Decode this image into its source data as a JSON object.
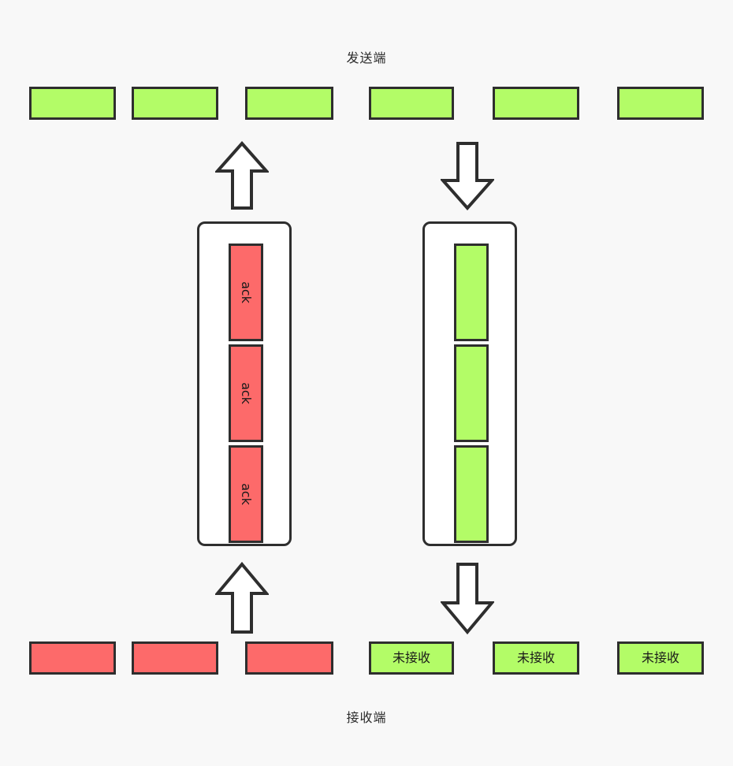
{
  "diagram": {
    "title_top": "发送端",
    "title_bottom": "接收端",
    "background_color": "#f8f8f8",
    "colors": {
      "green": "#b3fc67",
      "red": "#fd6a6a",
      "stroke": "#2e2e2e",
      "buffer_fill": "#ffffff"
    }
  },
  "top_row": {
    "name": "sender-packet-row",
    "packets": [
      {
        "label": "",
        "color": "green"
      },
      {
        "label": "",
        "color": "green"
      },
      {
        "label": "",
        "color": "green"
      },
      {
        "label": "",
        "color": "green"
      },
      {
        "label": "",
        "color": "green"
      },
      {
        "label": "",
        "color": "green"
      }
    ]
  },
  "bottom_row": {
    "name": "receiver-packet-row",
    "packets": [
      {
        "label": "",
        "color": "red"
      },
      {
        "label": "",
        "color": "red"
      },
      {
        "label": "",
        "color": "red"
      },
      {
        "label": "未接收",
        "color": "green"
      },
      {
        "label": "未接收",
        "color": "green"
      },
      {
        "label": "未接收",
        "color": "green"
      }
    ]
  },
  "left_buffer": {
    "name": "ack-channel",
    "packets": [
      {
        "label": "ack",
        "color": "red"
      },
      {
        "label": "ack",
        "color": "red"
      },
      {
        "label": "ack",
        "color": "red"
      }
    ]
  },
  "right_buffer": {
    "name": "data-channel",
    "packets": [
      {
        "label": "",
        "color": "green"
      },
      {
        "label": "",
        "color": "green"
      },
      {
        "label": "",
        "color": "green"
      }
    ]
  },
  "arrows": [
    {
      "name": "arrow-ack-up-top",
      "direction": "up"
    },
    {
      "name": "arrow-data-down-top",
      "direction": "down"
    },
    {
      "name": "arrow-ack-up-bottom",
      "direction": "up"
    },
    {
      "name": "arrow-data-down-bottom",
      "direction": "down"
    }
  ]
}
